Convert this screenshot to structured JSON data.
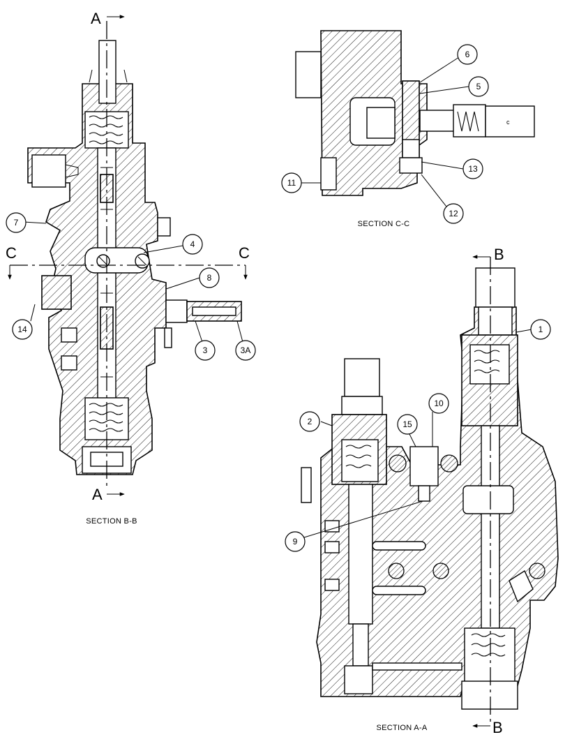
{
  "section_cuts": {
    "a_top": "A",
    "a_bottom": "A",
    "b_top": "B",
    "b_bottom": "B",
    "c_left": "C",
    "c_right": "C"
  },
  "captions": {
    "section_bb": "SECTION B-B",
    "section_cc": "SECTION C-C",
    "section_aa": "SECTION A-A"
  },
  "callouts": {
    "c1": "1",
    "c2": "2",
    "c3": "3",
    "c3a": "3A",
    "c4": "4",
    "c5": "5",
    "c6": "6",
    "c7": "7",
    "c8": "8",
    "c9": "9",
    "c10": "10",
    "c11": "11",
    "c12": "12",
    "c13": "13",
    "c14": "14",
    "c15": "15",
    "cc_port": "c"
  }
}
